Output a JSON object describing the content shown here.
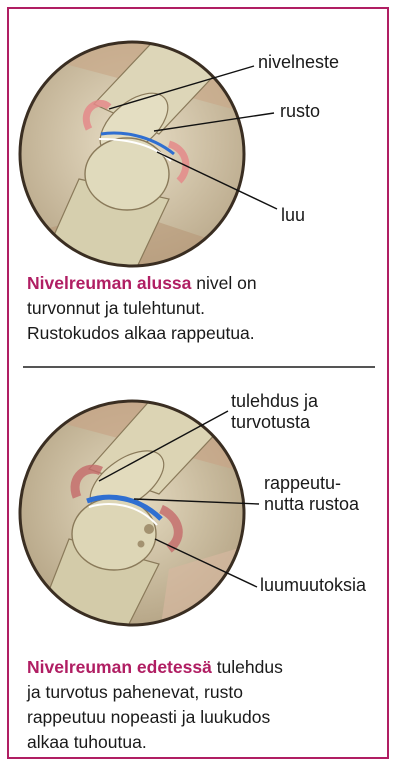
{
  "colors": {
    "border": "#b01e63",
    "highlight": "#b01e63",
    "cartilage": "#2f6fd1",
    "inflammation": "#e48a8a"
  },
  "stage1": {
    "labels": {
      "fluid": "nivelneste",
      "cartilage": "rusto",
      "bone": "luu"
    },
    "caption": {
      "highlight": "Nivelreuman alussa",
      "line1_rest": " nivel on",
      "line2": "turvonnut ja tulehtunut.",
      "line3": "Rustokudos alkaa rappeutua."
    }
  },
  "stage2": {
    "labels": {
      "inflammation": "tulehdus ja\nturvotusta",
      "degraded_cartilage": "rappeutu-\nnutta rustoa",
      "bone_changes": "luumuutoksia"
    },
    "caption": {
      "highlight": "Nivelreuman edetessä",
      "line1_rest": " tulehdus",
      "line2": "ja turvotus pahenevat, rusto",
      "line3": "rappeutuu nopeasti ja luukudos",
      "line4": "alkaa tuhoutua."
    }
  }
}
